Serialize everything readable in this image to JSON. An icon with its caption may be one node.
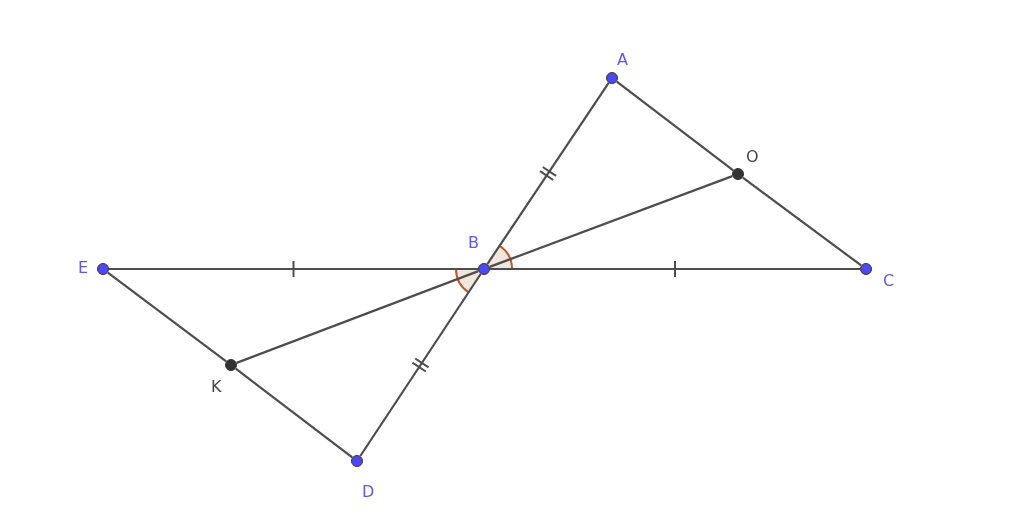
{
  "diagram": {
    "nodes": [
      {
        "text": [
          "A"
        ]
      },
      {
        "text": [
          "O"
        ]
      },
      {
        "text": [
          "B"
        ]
      },
      {
        "text": [
          "E"
        ]
      },
      {
        "text": [
          "C"
        ]
      },
      {
        "text": [
          "K"
        ]
      },
      {
        "text": [
          "D"
        ]
      }
    ],
    "edges": [
      {
        "from": 0,
        "to": 2,
        "arrow": "none"
      },
      {
        "from": 2,
        "to": 6,
        "arrow": "none"
      },
      {
        "from": 3,
        "to": 2,
        "arrow": "none"
      },
      {
        "from": 2,
        "to": 4,
        "arrow": "none"
      },
      {
        "from": 0,
        "to": 1,
        "arrow": "none"
      },
      {
        "from": 1,
        "to": 4,
        "arrow": "none"
      },
      {
        "from": 3,
        "to": 5,
        "arrow": "none"
      },
      {
        "from": 5,
        "to": 6,
        "arrow": "none"
      },
      {
        "from": 5,
        "to": 2,
        "arrow": "none"
      },
      {
        "from": 2,
        "to": 1,
        "arrow": "none"
      }
    ]
  }
}
